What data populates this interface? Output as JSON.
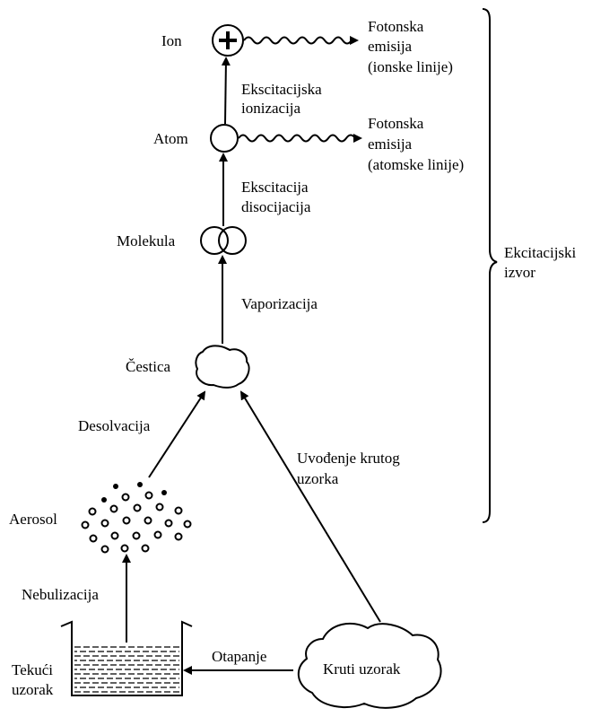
{
  "species": {
    "ion": "Ion",
    "atom": "Atom",
    "molecule": "Molekula",
    "particle": "Čestica",
    "aerosol": "Aerosol",
    "liquid_sample": [
      "Tekući",
      "uzorak"
    ],
    "solid_sample": "Kruti uzorak"
  },
  "processes": {
    "excitation_ionization": [
      "Ekscitacijska",
      "ionizacija"
    ],
    "excitation_dissociation": [
      "Ekscitacija",
      "disocijacija"
    ],
    "vaporization": "Vaporizacija",
    "desolvation": "Desolvacija",
    "nebulization": "Nebulizacija",
    "solid_introduction": [
      "Uvođenje krutog",
      "uzorka"
    ],
    "dissolution": "Otapanje"
  },
  "emissions": {
    "ion_lines": [
      "Fotonska",
      "emisija",
      "(ionske linije)"
    ],
    "atom_lines": [
      "Fotonska",
      "emisija",
      "(atomske linije)"
    ]
  },
  "excitation_source": [
    "Ekcitacijski",
    "izvor"
  ],
  "icons": {
    "ion": "plus-circle-icon",
    "atom": "circle-icon",
    "molecule": "double-circle-icon",
    "particle": "blob-icon",
    "aerosol": "droplets-icon",
    "liquid": "beaker-icon",
    "solid": "solid-blob-icon",
    "photon": "wavy-arrow-icon"
  }
}
